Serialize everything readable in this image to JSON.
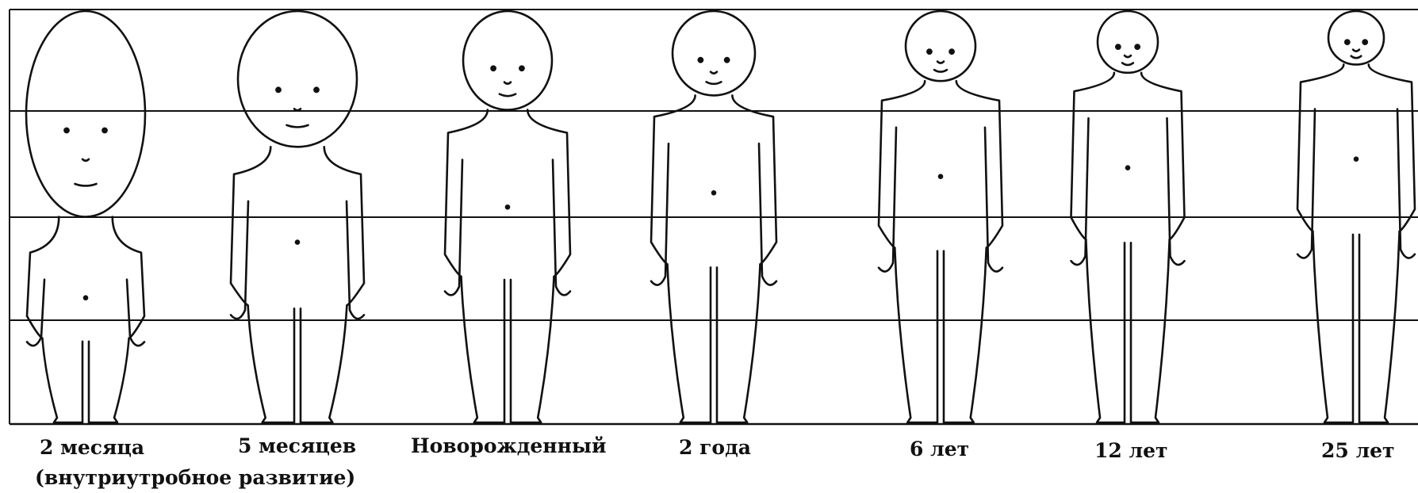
{
  "figures": [
    {
      "label": "2 месяца",
      "sublabel": "(внутриутробное развитие)"
    },
    {
      "label": "5 месяцев"
    },
    {
      "label": "Новорожденный"
    },
    {
      "label": "2 года"
    },
    {
      "label": "6 лет"
    },
    {
      "label": "12 лет"
    },
    {
      "label": "25 лет"
    }
  ],
  "colors": {
    "line": "#111111",
    "background": "#ffffff"
  }
}
